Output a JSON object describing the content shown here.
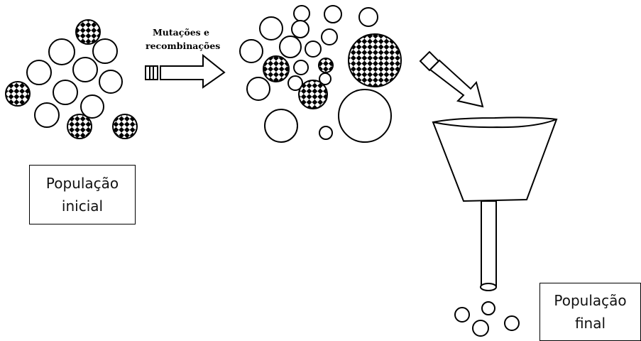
{
  "arrow_label": {
    "line1": "Mutações e",
    "line2": "recombinações"
  },
  "initial_population": {
    "line1": "População",
    "line2": "inicial"
  },
  "final_population": {
    "line1": "População",
    "line2": "final"
  },
  "colors": {
    "stroke": "#000000",
    "background": "#ffffff",
    "checker_dark": "#000000"
  }
}
